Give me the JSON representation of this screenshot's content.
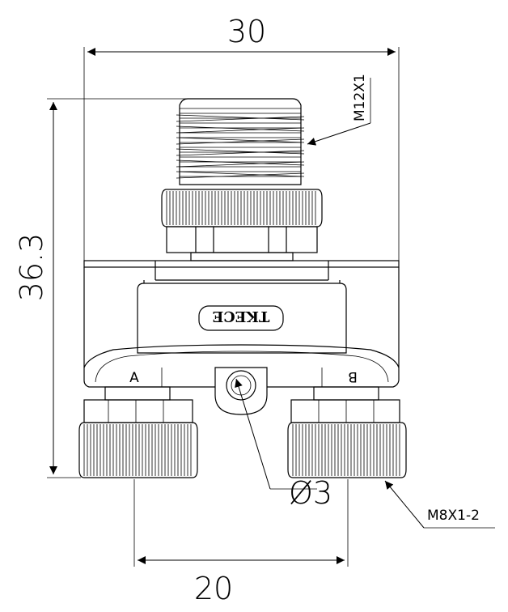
{
  "dimensions": {
    "width_total": "30",
    "height_total": "36.3",
    "port_spacing": "20",
    "hole_diameter": "Ø3"
  },
  "callouts": {
    "top_thread": "M12X1",
    "bottom_thread": "M8X1-2"
  },
  "port_labels": {
    "left": "A",
    "right": "B"
  },
  "logo_text": "TKECE"
}
